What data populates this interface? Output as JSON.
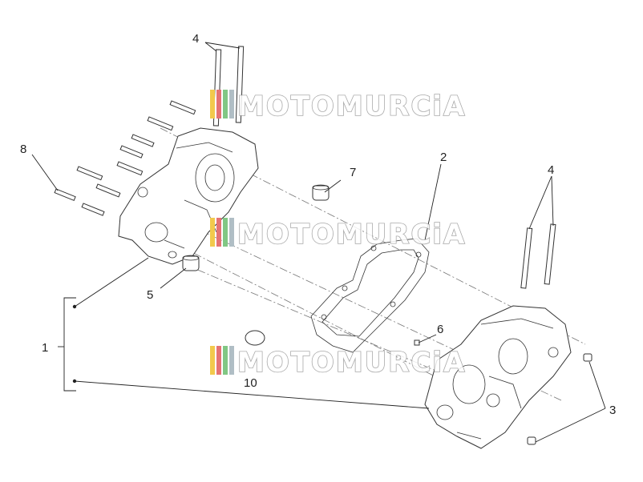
{
  "diagram": {
    "callouts": [
      {
        "id": "c1",
        "label": "1"
      },
      {
        "id": "c2",
        "label": "2"
      },
      {
        "id": "c3",
        "label": "3"
      },
      {
        "id": "c4a",
        "label": "4"
      },
      {
        "id": "c4b",
        "label": "4"
      },
      {
        "id": "c5",
        "label": "5"
      },
      {
        "id": "c6",
        "label": "6"
      },
      {
        "id": "c7",
        "label": "7"
      },
      {
        "id": "c8",
        "label": "8"
      },
      {
        "id": "c10",
        "label": "10"
      }
    ]
  },
  "watermark": {
    "text": "MOTOMURCiA",
    "stripe_colors": [
      "#f2c94c",
      "#e57373",
      "#81c784",
      "#b0bec5"
    ],
    "outline_color": "#9a9a9a"
  }
}
